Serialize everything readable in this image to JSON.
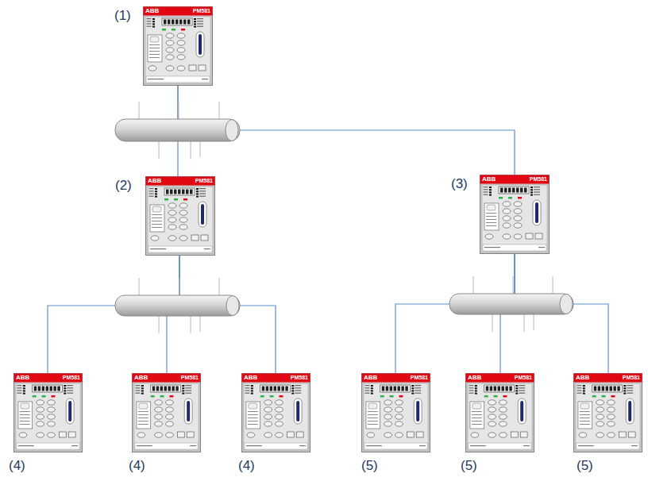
{
  "diagram": {
    "nodes": [
      {
        "text": [
          "(1)",
          "ABB",
          "PM581"
        ]
      },
      {
        "text": [
          "(2)",
          "ABB",
          "PM581"
        ]
      },
      {
        "text": [
          "(3)",
          "ABB",
          "PM581"
        ]
      },
      {
        "text": [
          "(4)",
          "ABB",
          "PM581"
        ]
      },
      {
        "text": [
          "(4)",
          "ABB",
          "PM581"
        ]
      },
      {
        "text": [
          "(4)",
          "ABB",
          "PM581"
        ]
      },
      {
        "text": [
          "(5)",
          "ABB",
          "PM581"
        ]
      },
      {
        "text": [
          "(5)",
          "ABB",
          "PM581"
        ]
      },
      {
        "text": [
          "(5)",
          "ABB",
          "PM581"
        ]
      }
    ],
    "edges": [
      {
        "from": 0,
        "to": 1,
        "arrow": "none"
      },
      {
        "from": 0,
        "to": 2,
        "arrow": "none"
      },
      {
        "from": 1,
        "to": 3,
        "arrow": "none"
      },
      {
        "from": 1,
        "to": 4,
        "arrow": "none"
      },
      {
        "from": 1,
        "to": 5,
        "arrow": "none"
      },
      {
        "from": 2,
        "to": 6,
        "arrow": "none"
      },
      {
        "from": 2,
        "to": 7,
        "arrow": "none"
      },
      {
        "from": 2,
        "to": 8,
        "arrow": "none"
      }
    ]
  }
}
